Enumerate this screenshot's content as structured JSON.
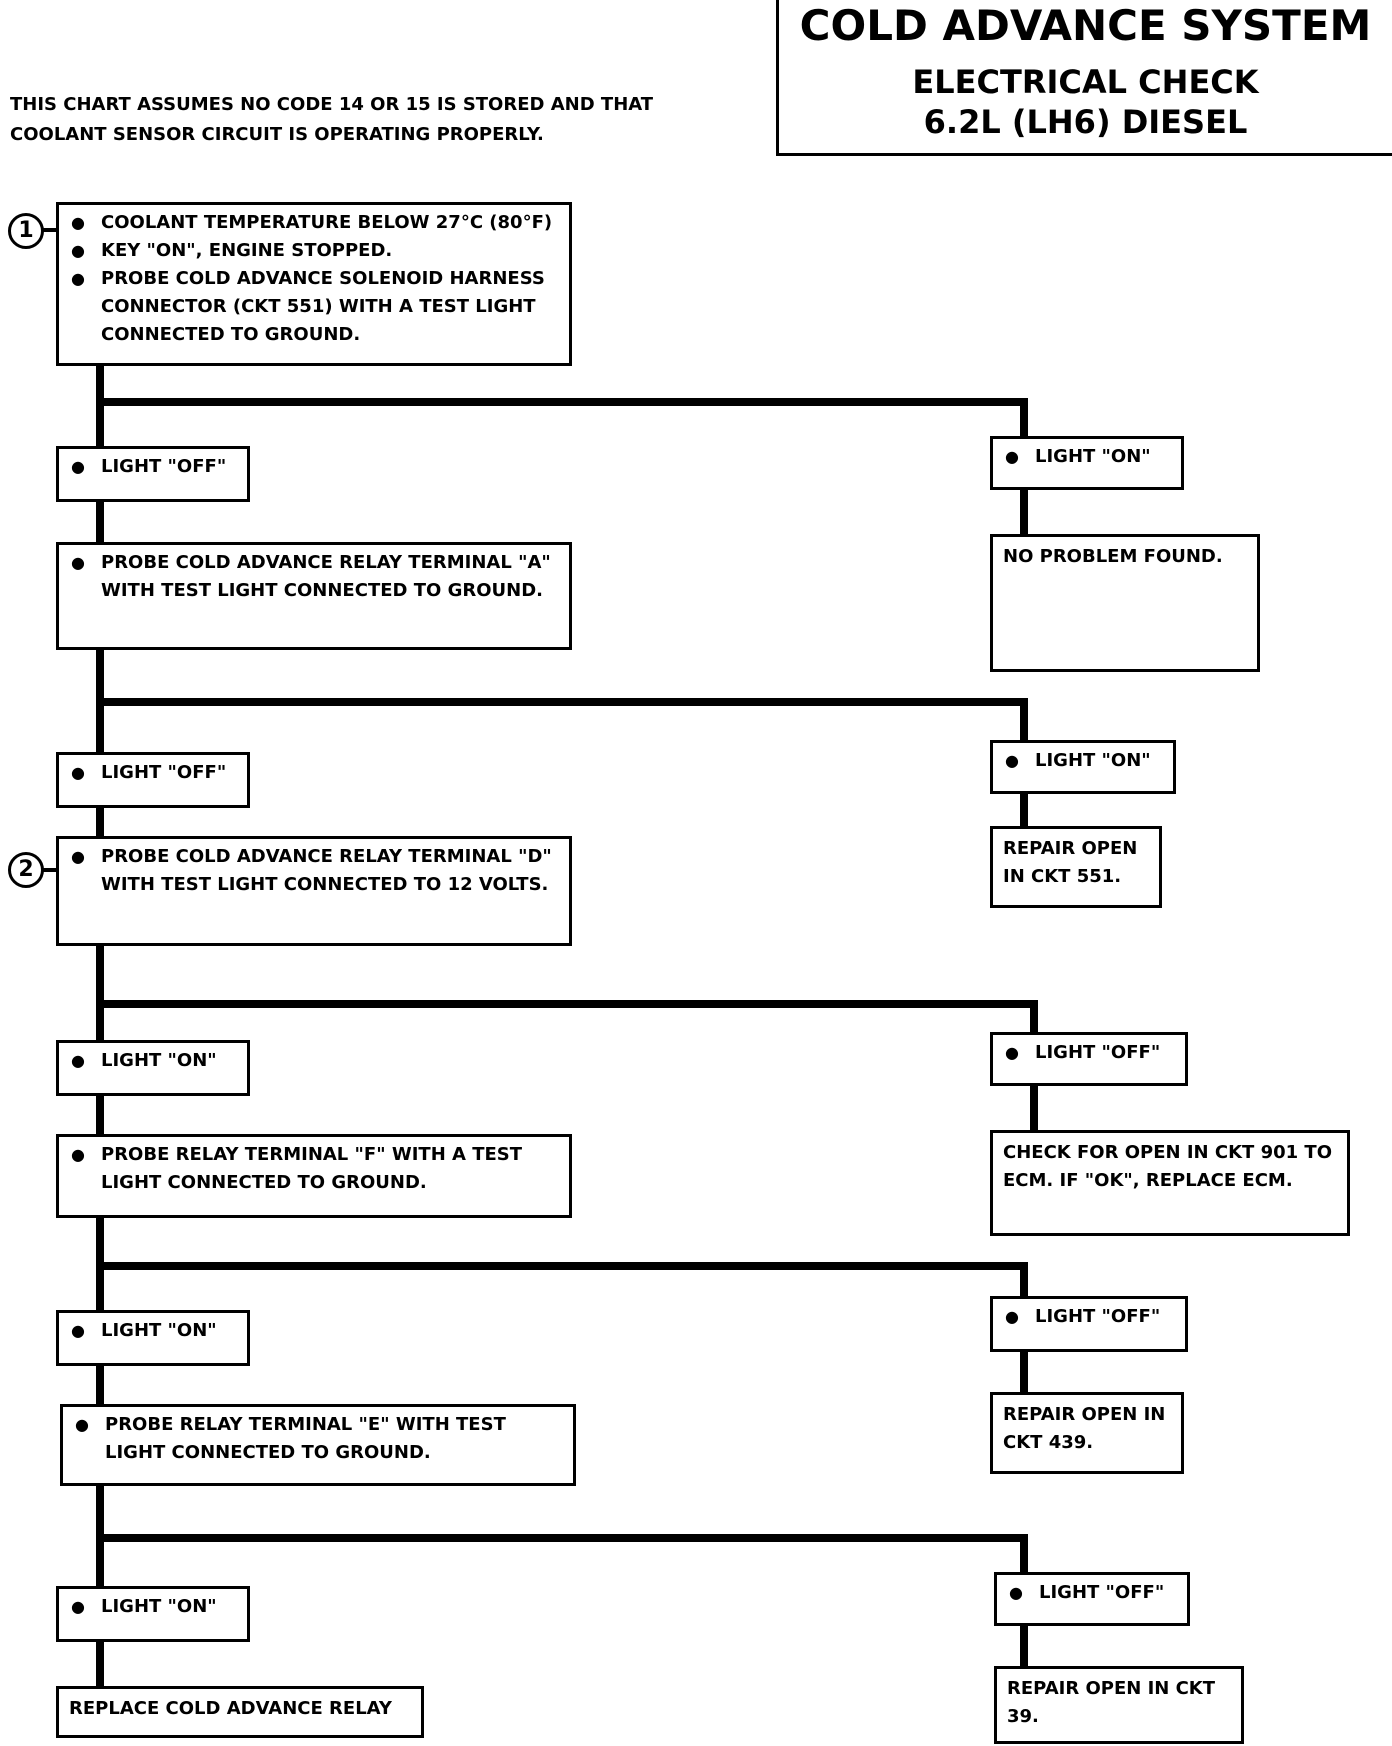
{
  "header": {
    "title": "COLD ADVANCE SYSTEM",
    "subtitle_1": "ELECTRICAL CHECK",
    "subtitle_2": "6.2L (LH6) DIESEL"
  },
  "note": {
    "line_1": "THIS CHART ASSUMES NO CODE 14 OR 15 IS STORED AND THAT",
    "line_2": "COOLANT SENSOR CIRCUIT IS OPERATING PROPERLY."
  },
  "markers": {
    "step_1": "1",
    "step_2": "2"
  },
  "bullet": "●",
  "steps": {
    "s1": {
      "items": [
        "COOLANT TEMPERATURE BELOW 27°C (80°F)",
        "KEY \"ON\", ENGINE STOPPED.",
        "PROBE COLD ADVANCE SOLENOID HARNESS CONNECTOR (CKT 551) WITH A TEST LIGHT CONNECTED TO GROUND."
      ]
    },
    "s1_left": "LIGHT \"OFF\"",
    "s1_right": "LIGHT \"ON\"",
    "s1_result": "NO PROBLEM FOUND.",
    "s2": "PROBE COLD ADVANCE RELAY TERMINAL \"A\" WITH TEST LIGHT CONNECTED TO GROUND.",
    "s2_left": "LIGHT \"OFF\"",
    "s2_right": "LIGHT \"ON\"",
    "s2_result": "REPAIR OPEN IN CKT 551.",
    "s3": "PROBE COLD ADVANCE RELAY TERMINAL \"D\" WITH TEST LIGHT CONNECTED TO 12 VOLTS.",
    "s3_left": "LIGHT \"ON\"",
    "s3_right": "LIGHT \"OFF\"",
    "s3_result": "CHECK FOR OPEN IN CKT 901 TO ECM. IF \"OK\", REPLACE ECM.",
    "s4": "PROBE RELAY TERMINAL \"F\" WITH A TEST LIGHT CONNECTED TO GROUND.",
    "s4_left": "LIGHT \"ON\"",
    "s4_right": "LIGHT \"OFF\"",
    "s4_result": "REPAIR OPEN IN CKT 439.",
    "s5": "PROBE RELAY TERMINAL \"E\" WITH TEST LIGHT CONNECTED TO GROUND.",
    "s5_left": "LIGHT \"ON\"",
    "s5_right": "LIGHT \"OFF\"",
    "s5_result_left": "REPLACE COLD ADVANCE RELAY",
    "s5_result_right": "REPAIR OPEN IN CKT 39."
  }
}
